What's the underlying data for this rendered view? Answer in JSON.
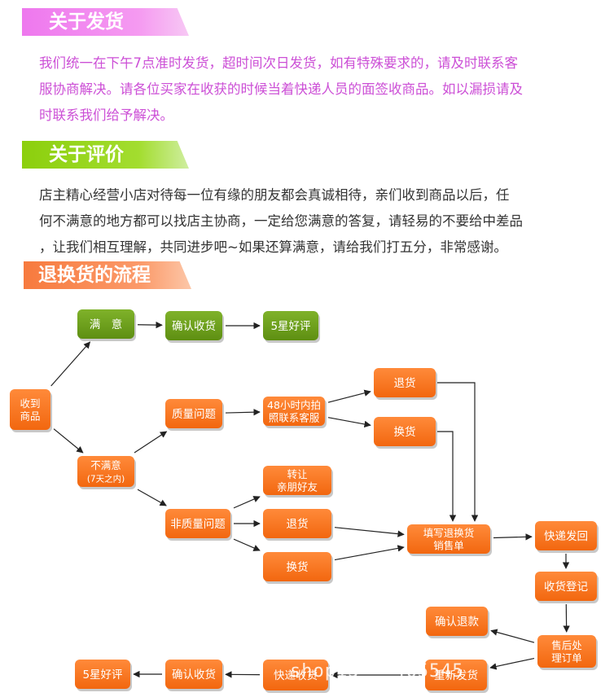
{
  "sections": {
    "shipping": {
      "title": "关于发货",
      "lines": [
        "我们统一在下午7点准时发货，超时间次日发货，如有特殊要求的，请及时联系客",
        "服协商解决。请各位买家在收获的时候当着快递人员的面签收商品。如以漏损请及",
        "时联系我们给予解决。"
      ]
    },
    "review": {
      "title": "关于评价",
      "lines": [
        "店主精心经营小店对待每一位有缘的朋友都会真诚相待，亲们收到商品以后，任",
        "何不满意的地方都可以找店主协商，一定给您满意的答复，请轻易的不要给中差品",
        "，让我们相互理解，共同进步吧~如果还算满意，请给我们打五分，非常感谢。"
      ]
    },
    "returns": {
      "title": "退换货的流程"
    }
  },
  "flow": {
    "nodes": [
      {
        "id": "receive",
        "lines": [
          "收到",
          "商品"
        ],
        "color": "orange"
      },
      {
        "id": "satisfied",
        "lines": [
          "满　意"
        ],
        "color": "green"
      },
      {
        "id": "confirm1",
        "lines": [
          "确认收货"
        ],
        "color": "green"
      },
      {
        "id": "fivestar1",
        "lines": [
          "5星好评"
        ],
        "color": "green"
      },
      {
        "id": "unsatisfied",
        "lines": [
          "不满意",
          "(7天之内)"
        ],
        "color": "orange"
      },
      {
        "id": "quality",
        "lines": [
          "质量问题"
        ],
        "color": "orange"
      },
      {
        "id": "contact48",
        "lines": [
          "48小时内拍",
          "照联系客服"
        ],
        "color": "orange"
      },
      {
        "id": "return1",
        "lines": [
          "退货"
        ],
        "color": "orange"
      },
      {
        "id": "exchange1",
        "lines": [
          "换货"
        ],
        "color": "orange"
      },
      {
        "id": "nonquality",
        "lines": [
          "非质量问题"
        ],
        "color": "orange"
      },
      {
        "id": "transfer",
        "lines": [
          "转让",
          "亲朋好友"
        ],
        "color": "orange"
      },
      {
        "id": "return2",
        "lines": [
          "退货"
        ],
        "color": "orange"
      },
      {
        "id": "exchange2",
        "lines": [
          "换货"
        ],
        "color": "orange"
      },
      {
        "id": "fillform",
        "lines": [
          "填写退换货",
          "销售单"
        ],
        "color": "orange"
      },
      {
        "id": "shipback",
        "lines": [
          "快递发回"
        ],
        "color": "orange"
      },
      {
        "id": "register",
        "lines": [
          "收货登记"
        ],
        "color": "orange"
      },
      {
        "id": "aftersale",
        "lines": [
          "售后处",
          "理订单"
        ],
        "color": "orange"
      },
      {
        "id": "refund",
        "lines": [
          "确认退款"
        ],
        "color": "orange"
      },
      {
        "id": "resend",
        "lines": [
          "重新发货"
        ],
        "color": "orange"
      },
      {
        "id": "courier",
        "lines": [
          "快递收货"
        ],
        "color": "orange"
      },
      {
        "id": "confirm2",
        "lines": [
          "确认收货"
        ],
        "color": "orange"
      },
      {
        "id": "fivestar2",
        "lines": [
          "5星好评"
        ],
        "color": "orange"
      }
    ],
    "edges": [
      [
        "receive",
        "satisfied"
      ],
      [
        "receive",
        "unsatisfied"
      ],
      [
        "satisfied",
        "confirm1"
      ],
      [
        "confirm1",
        "fivestar1"
      ],
      [
        "unsatisfied",
        "quality"
      ],
      [
        "unsatisfied",
        "nonquality"
      ],
      [
        "quality",
        "contact48"
      ],
      [
        "contact48",
        "return1"
      ],
      [
        "contact48",
        "exchange1"
      ],
      [
        "return1",
        "fillform"
      ],
      [
        "exchange1",
        "fillform"
      ],
      [
        "nonquality",
        "transfer"
      ],
      [
        "nonquality",
        "return2"
      ],
      [
        "nonquality",
        "exchange2"
      ],
      [
        "return2",
        "fillform"
      ],
      [
        "exchange2",
        "fillform"
      ],
      [
        "fillform",
        "shipback"
      ],
      [
        "shipback",
        "register"
      ],
      [
        "register",
        "aftersale"
      ],
      [
        "aftersale",
        "refund"
      ],
      [
        "aftersale",
        "resend"
      ],
      [
        "resend",
        "courier"
      ],
      [
        "courier",
        "confirm2"
      ],
      [
        "confirm2",
        "fivestar2"
      ]
    ]
  },
  "watermark": "shop13···465545",
  "colors": {
    "orange": "#f2670f",
    "green": "#5e8f12",
    "pink_text": "#cc4fd6",
    "arrow": "#222222"
  }
}
